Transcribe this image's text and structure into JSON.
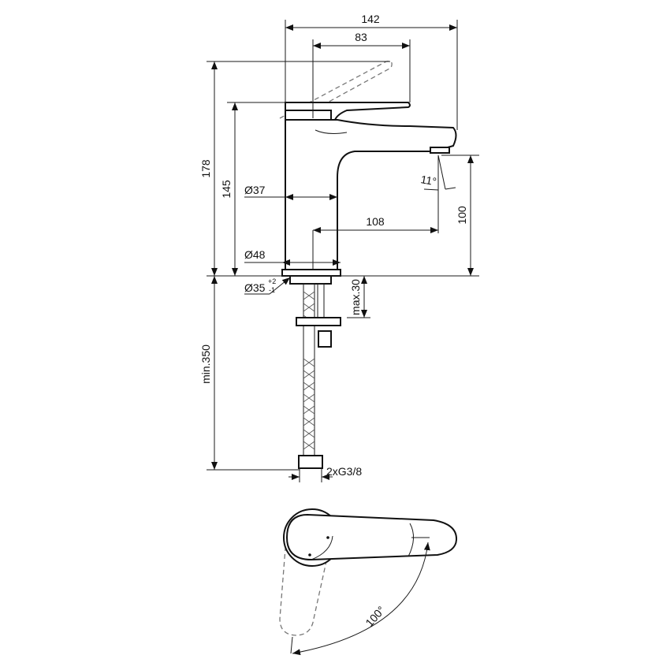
{
  "drawing": {
    "dimensions": {
      "overall_width": "142",
      "handle_reach": "83",
      "overall_height": "178",
      "body_height": "145",
      "body_diameter": "Ø37",
      "spout_reach": "108",
      "spout_height": "100",
      "spout_angle": "11°",
      "base_diameter": "Ø48",
      "hole_diameter": "Ø35",
      "hole_tol_upper": "+2",
      "hole_tol_lower": "-1",
      "max_thickness": "max.30",
      "min_hose_length": "min.350",
      "connection": "2xG3/8",
      "handle_rotation": "100°"
    },
    "line_color": "#111111"
  }
}
